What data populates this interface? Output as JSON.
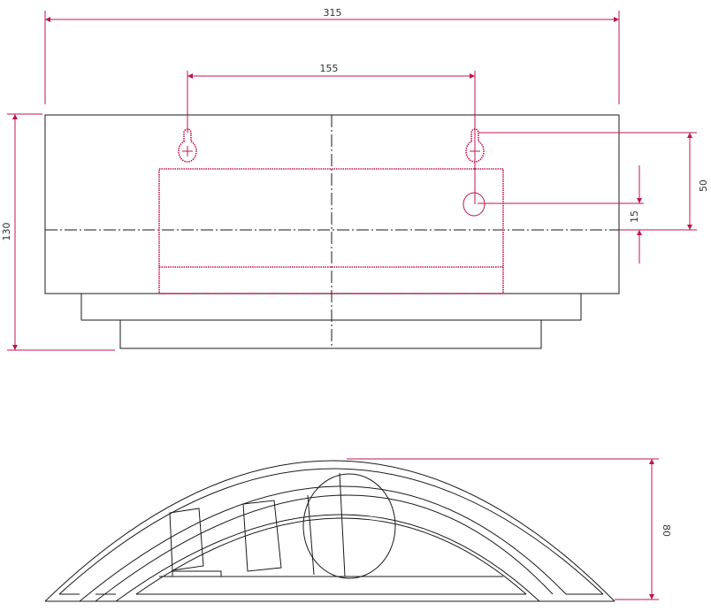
{
  "drawing": {
    "front_view": {
      "dim_width": "315",
      "dim_hole_spacing": "155",
      "dim_height": "130",
      "dim_hole_to_center": "50",
      "dim_cable_to_center": "15"
    },
    "side_view": {
      "dim_depth": "80"
    },
    "colors": {
      "outline": "#1a1a1a",
      "dimension": "#c0144f"
    }
  }
}
